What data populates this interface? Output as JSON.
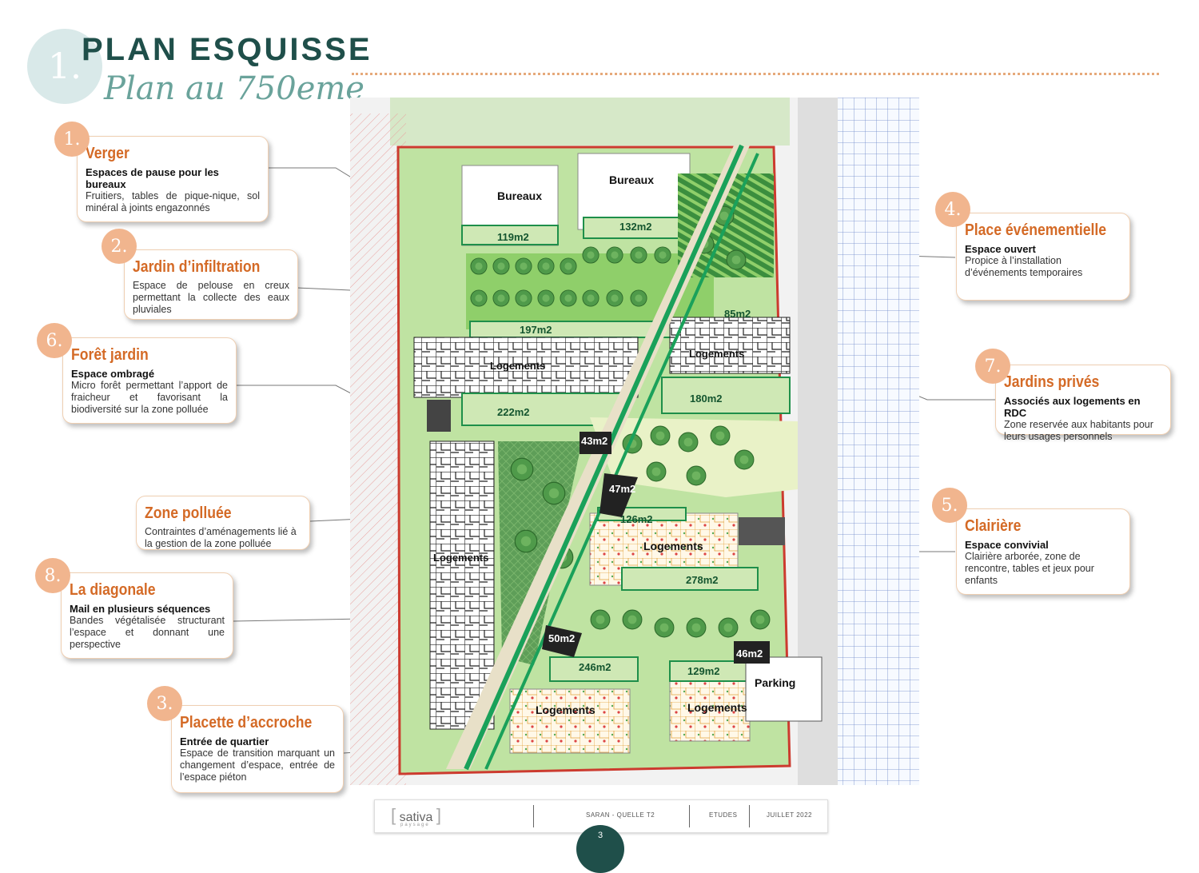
{
  "header": {
    "number": "1.",
    "title": "PLAN ESQUISSE",
    "subtitle": "Plan au 750eme"
  },
  "plan": {
    "labels": {
      "bureaux_1": "Bureaux",
      "bureaux_2": "Bureaux",
      "logements_1": "Logements",
      "logements_2": "Logements",
      "logements_3": "Logements",
      "logements_4": "Logements",
      "logements_5": "Logements",
      "logements_6": "Logements",
      "parking": "Parking"
    },
    "areas": {
      "a119": "119m2",
      "a132": "132m2",
      "a197": "197m2",
      "a85": "85m2",
      "a180": "180m2",
      "a222": "222m2",
      "a43": "43m2",
      "a47": "47m2",
      "a126": "126m2",
      "a278": "278m2",
      "a50": "50m2",
      "a246": "246m2",
      "a129": "129m2",
      "a46": "46m2"
    }
  },
  "callouts": {
    "verger": {
      "num": "1.",
      "title": "Verger",
      "subtitle": "Espaces de pause pour les bureaux",
      "desc": "Fruitiers, tables de pique-nique, sol minéral à joints engazonnés"
    },
    "jardin": {
      "num": "2.",
      "title": "Jardin d’infiltration",
      "desc": "Espace de pelouse en creux permettant la collecte des eaux pluviales"
    },
    "foret": {
      "num": "6.",
      "title": "Forêt jardin",
      "subtitle": "Espace ombragé",
      "desc": "Micro forêt permettant l’apport de fraicheur et favorisant la biodiversité sur la zone polluée"
    },
    "zone": {
      "title": "Zone polluée",
      "desc": "Contraintes d’aménagements lié à la gestion de la zone polluée"
    },
    "diagonale": {
      "num": "8.",
      "title": "La diagonale",
      "subtitle": "Mail en plusieurs séquences",
      "desc": "Bandes végétalisée structurant l’espace et donnant une perspective"
    },
    "placette": {
      "num": "3.",
      "title": "Placette d’accroche",
      "subtitle": "Entrée de quartier",
      "desc": "Espace de transition marquant un changement d’espace, entrée de l’espace piéton"
    },
    "place": {
      "num": "4.",
      "title": "Place événementielle",
      "subtitle": "Espace ouvert",
      "desc": "Propice à l’installation d’événements temporaires"
    },
    "jardins_prives": {
      "num": "7.",
      "title": "Jardins privés",
      "subtitle": "Associés aux logements en RDC",
      "desc": "Zone reservée aux habitants pour leurs usages personnels"
    },
    "clairiere": {
      "num": "5.",
      "title": "Clairière",
      "subtitle": "Espace convivial",
      "desc": "Clairière arborée, zone de rencontre, tables et jeux pour enfants"
    }
  },
  "footer": {
    "logo": "sativa",
    "logo_sub": "paysage",
    "project": "SARAN - QUELLE T2",
    "phase": "ETUDES",
    "date": "JUILLET 2022",
    "page": "3"
  },
  "colors": {
    "dark_green": "#1f4f4a",
    "accent_orange": "#d46a26",
    "badge": "#f1b58e",
    "plan_green": "#1aa15a"
  }
}
